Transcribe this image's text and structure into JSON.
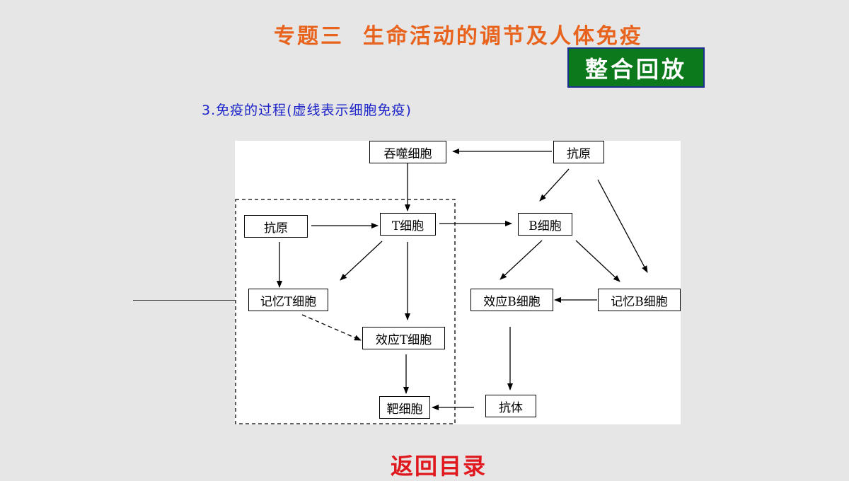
{
  "header": {
    "title": "专题三  生命活动的调节及人体免疫",
    "badge": "整合回放"
  },
  "subtitle": "3.免疫的过程(虚线表示细胞免疫)",
  "diagram": {
    "nodes": {
      "phagocyte": "吞噬细胞",
      "antigen_top": "抗原",
      "antigen_left": "抗原",
      "t_cell": "T细胞",
      "b_cell": "B细胞",
      "memory_t": "记忆T细胞",
      "effector_b": "效应B细胞",
      "memory_b": "记忆B细胞",
      "effector_t": "效应T细胞",
      "target_cell": "靶细胞",
      "antibody": "抗体"
    }
  },
  "footer": {
    "back_link": "返回目录"
  }
}
